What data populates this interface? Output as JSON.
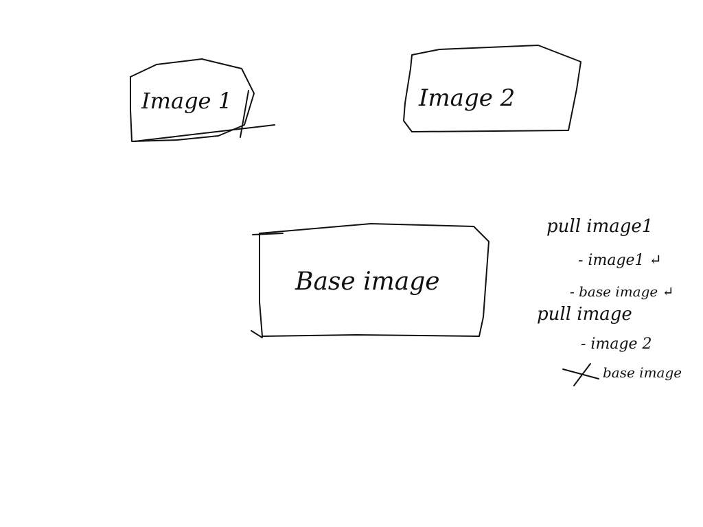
{
  "boxes": {
    "image1": {
      "label": "Image 1"
    },
    "image2": {
      "label": "Image 2"
    },
    "base": {
      "label": "Base image"
    }
  },
  "notes": {
    "line1": "pull image1",
    "line2": "- image1 ↵",
    "line3": "- base image ↵",
    "line4": "pull image",
    "line5": "- image 2",
    "line6": "base image"
  },
  "colors": {
    "ink": "#111111",
    "paper": "#ffffff"
  }
}
